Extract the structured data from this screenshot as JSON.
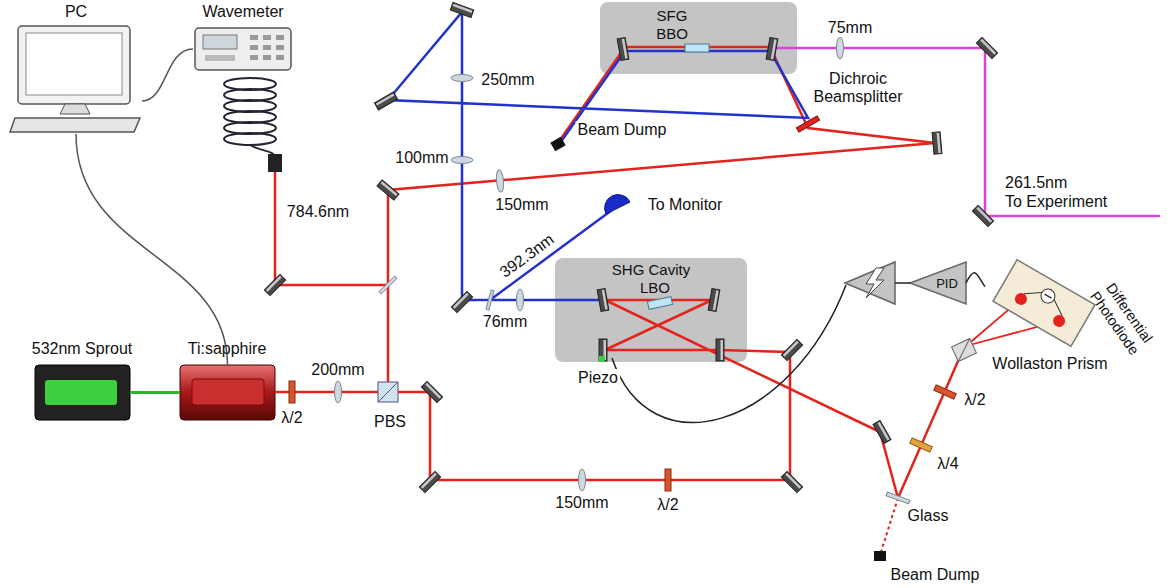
{
  "diagram": {
    "nodes": [
      {
        "text": [
          "PC"
        ]
      },
      {
        "text": [
          "Wavemeter"
        ]
      },
      {
        "text": [
          "532nm Sprout"
        ]
      },
      {
        "text": [
          "Ti:sapphire"
        ]
      },
      {
        "text": [
          "SFG",
          "BBO"
        ]
      },
      {
        "text": [
          "SHG Cavity",
          "LBO"
        ]
      },
      {
        "text": [
          "PID"
        ]
      },
      {
        "text": [
          "Differential Photodiode"
        ]
      }
    ],
    "edges": [
      {
        "from": 2,
        "to": 3,
        "arrow": "none"
      },
      {
        "from": 1,
        "to": 0,
        "arrow": "none"
      },
      {
        "from": 0,
        "to": 3,
        "arrow": "none"
      },
      {
        "from": 6,
        "to": 7,
        "arrow": "none"
      }
    ],
    "labels": [
      "784.6nm",
      "250mm",
      "100mm",
      "150mm",
      "75mm",
      "Dichroic Beamsplitter",
      "Beam Dump",
      "392.3nm",
      "To Monitor",
      "261.5nm",
      "To Experiment",
      "76mm",
      "Piezo",
      "λ/2",
      "200mm",
      "PBS",
      "150mm",
      "λ/2",
      "λ/2",
      "λ/4",
      "Wollaston Prism",
      "Glass",
      "Beam Dump"
    ]
  }
}
